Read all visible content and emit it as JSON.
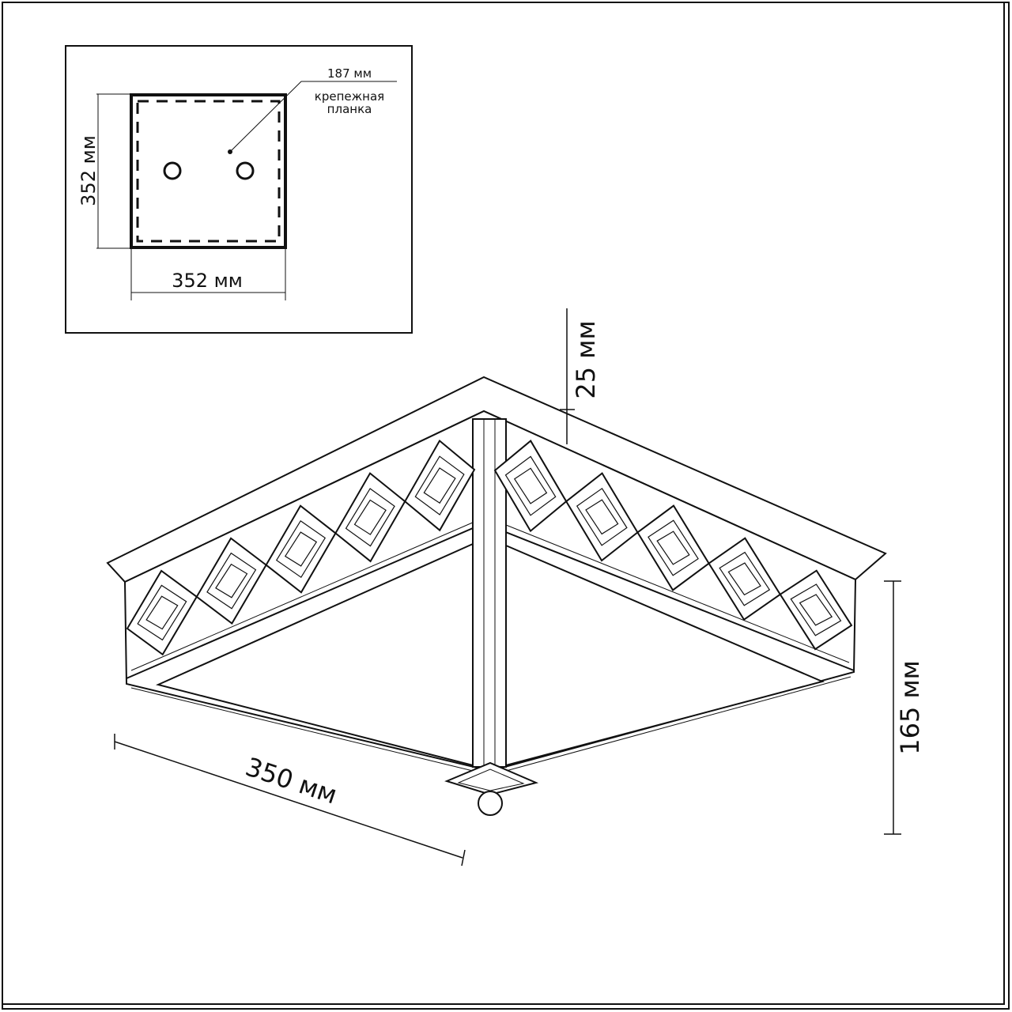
{
  "inset": {
    "plate_width": "352 мм",
    "plate_height": "352 мм",
    "hole_spacing": "187 мм",
    "plate_label_line1": "крепежная",
    "plate_label_line2": "планка"
  },
  "main": {
    "width": "350 мм",
    "height": "165 мм",
    "cap_height": "25 мм"
  },
  "colors": {
    "line": "#111111",
    "background": "#ffffff"
  }
}
